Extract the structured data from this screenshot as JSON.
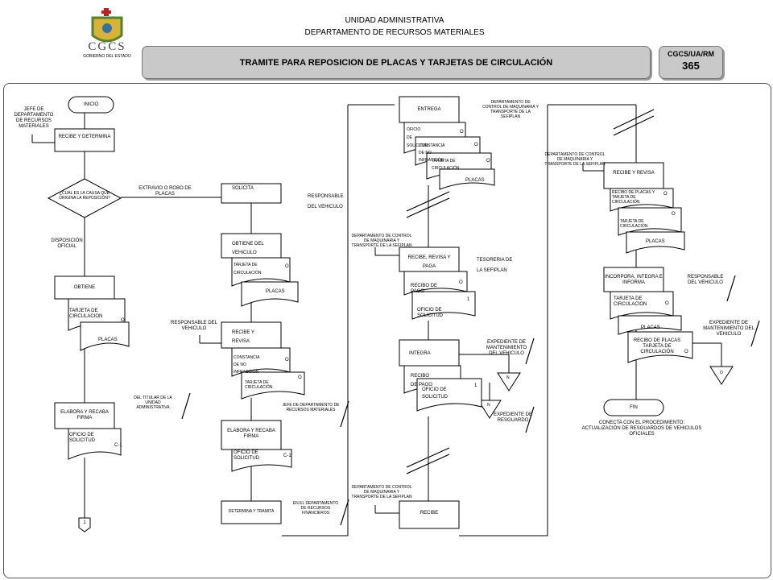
{
  "header": {
    "logo_text": "CGCS",
    "logo_sub": "GOBIERNO DEL ESTADO",
    "unit": "UNIDAD ADMINISTRATIVA",
    "department": "DEPARTAMENTO DE RECURSOS MATERIALES",
    "title": "TRAMITE PARA REPOSICION DE PLACAS Y TARJETAS DE CIRCULACIÓN",
    "code": "CGCS/UA/RM",
    "number": "365"
  },
  "col1": {
    "inicio": "INICIO",
    "actor": "JEFE DE DEPARTAMENTO DE RECURSOS MATERIALES",
    "recibe": "RECIBE Y DETERMINA",
    "decision": "¿CUÁL ES LA CAUSA QUE ORIGINA LA REPOSICIÓN?",
    "branch_right": "EXTRAVIO O ROBO DE PLACAS",
    "branch_down": "DISPOSICIÓN OFICIAL",
    "obtiene": "OBTIENE",
    "doc_tarjeta": "TARJETA DE CIRCULACION",
    "doc_placas": "PLACAS",
    "o": "O",
    "elabora": "ELABORA Y RECABA FIRMA",
    "oficio": "OFICIO DE SOLICITUD",
    "c1": "C-1",
    "note_titular": "DEL TITULAR DE LA UNIDAD ADMINISTRATIVA",
    "connector": "1"
  },
  "col2": {
    "solicita": "SOLICITA",
    "responsable": "RESPONSABLE DEL VEHICULO",
    "obtiene": "OBTIENE DEL VEHICULO",
    "tarjeta": "TARJETA DE CIRCULACIÓN",
    "placas": "PLACAS",
    "o": "O",
    "actor_resp": "RESPONSABLE DEL VEHICULO",
    "recibe": "RECIBE Y REVISA",
    "constancia": "CONSTANCIA DE NO INFRACCIÓN",
    "tarjeta2": "TARJETA DE CIRCULACIÓN",
    "jefe": "JEFE DE DEPARTAMENTO DE RECURSOS MATERIALES",
    "elabora": "ELABORA Y RECABA FIRMA",
    "oficio": "OFICIO DE SOLICITUD",
    "c1": "C-1",
    "determina": "DETERMINA Y TRAMITA",
    "depto_fin": "EN EL DEPARTAMENTO DE RECURSOS FINANCIEROS"
  },
  "col3": {
    "entrega": "ENTREGA",
    "depto_control": "DEPARTAMENTO DE CONTROL DE MAQUINARIA Y TRANSPORTE DE LA SEFIPLAN",
    "oficio": "OFICIO DE SOLICITUD",
    "constancia": "CONSTANCIA DE NO INFRACCIÓN",
    "tarjeta": "TARJETA DE CIRCULACIÓN",
    "placas": "PLACAS",
    "o": "O",
    "revisa": "RECIBE, REVISA Y PAGA",
    "tesoreria": "TESORERIA DE LA SEFIPLAN",
    "recibo": "RECIBO DE PAGO",
    "oficio2": "OFICIO DE SOLICITUD",
    "one": "1",
    "integra": "INTEGRA",
    "expediente_mant": "EXPEDIENTE DE MANTENIMIENTO DEL VEHICULO",
    "recibo2": "RECIBO DE PAGO",
    "oficio3": "OFICIO DE SOLICITUD",
    "n": "N",
    "expediente_resg": "EXPEDIENTE DE RESGUARDO",
    "recibe": "RECIBE"
  },
  "col4": {
    "depto_control": "DEPARTAMENTO DE CONTROL DE MAQUINARIA Y TRANSPORTE DE LA SEFIPLAN",
    "recibe": "RECIBE Y REVISA",
    "recibo": "RECIBO DE PLACAS Y TARJETA DE CIRCULACIÓN",
    "tarjeta": "TARJETA DE CIRCULACIÓN",
    "placas": "PLACAS",
    "o": "O",
    "incorpora": "INCORPORA, INTEGRA E INFORMA",
    "responsable": "RESPONSABLE DEL VEHICULO",
    "tarjeta2": "TARJETA DE CIRCULACION",
    "placas2": "PLACAS",
    "recibo2": "RECIBO DE PLACAS TARJETA DE CIRCULACIÓN",
    "expediente": "EXPEDIENTE DE MANTENIMIENTO DEL VEHICULO",
    "fin": "FIN",
    "conecta": "CONECTA CON EL PROCEDIMIENTO: ACTUALIZACIÓN DE RESGUARDOS DE VEHICULOS OFICIALES"
  }
}
